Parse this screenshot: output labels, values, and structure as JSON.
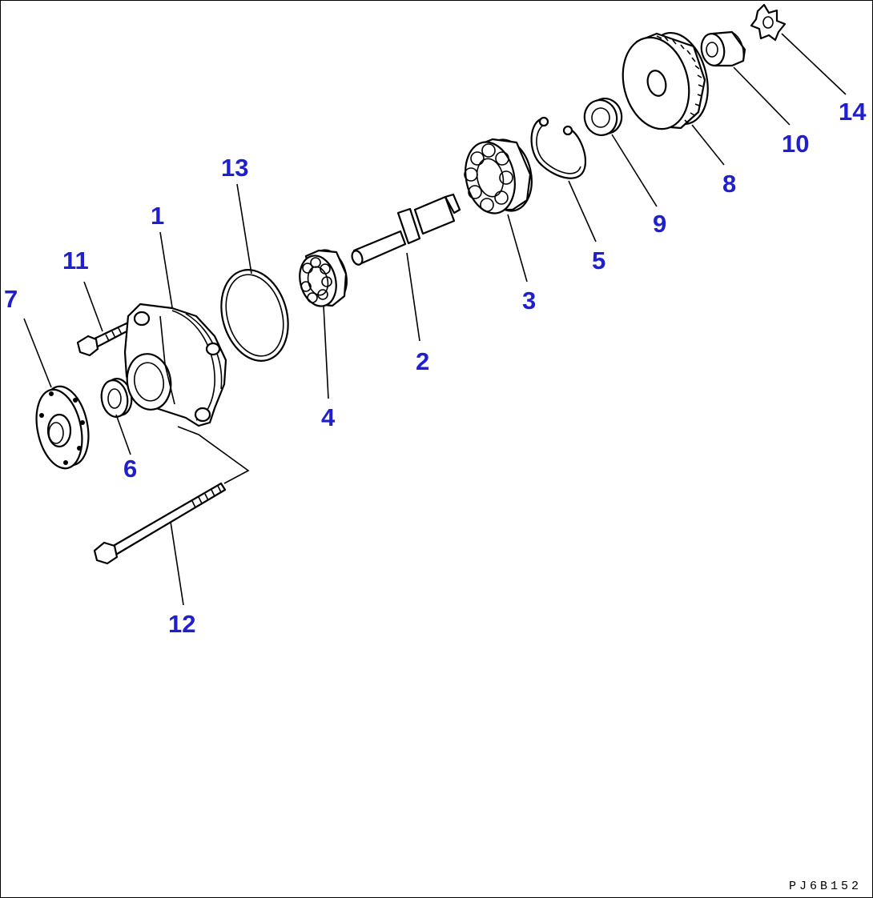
{
  "diagram": {
    "reference_code": "PJ6B152",
    "callouts": [
      {
        "id": "1",
        "label": "1"
      },
      {
        "id": "2",
        "label": "2"
      },
      {
        "id": "3",
        "label": "3"
      },
      {
        "id": "4",
        "label": "4"
      },
      {
        "id": "5",
        "label": "5"
      },
      {
        "id": "6",
        "label": "6"
      },
      {
        "id": "7",
        "label": "7"
      },
      {
        "id": "8",
        "label": "8"
      },
      {
        "id": "9",
        "label": "9"
      },
      {
        "id": "10",
        "label": "10"
      },
      {
        "id": "11",
        "label": "11"
      },
      {
        "id": "12",
        "label": "12"
      },
      {
        "id": "13",
        "label": "13"
      },
      {
        "id": "14",
        "label": "14"
      }
    ],
    "colors": {
      "callout_text": "#1f1fcf",
      "line_art": "#000000",
      "background": "#ffffff"
    }
  }
}
